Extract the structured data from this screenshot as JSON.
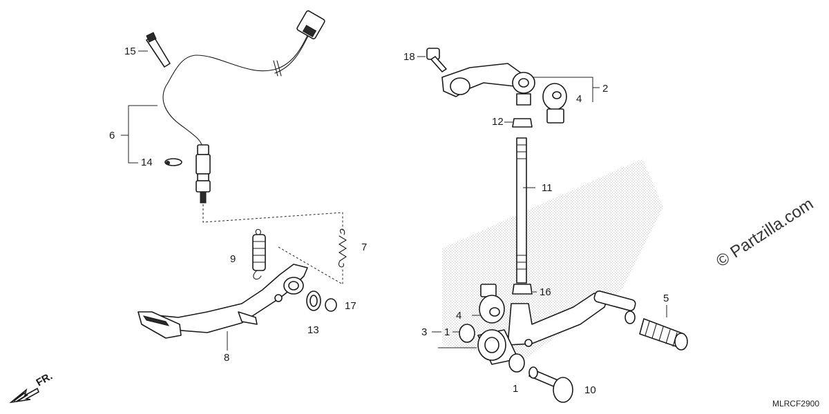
{
  "callouts": [
    {
      "id": "c15",
      "text": "15"
    },
    {
      "id": "c6",
      "text": "6"
    },
    {
      "id": "c14",
      "text": "14"
    },
    {
      "id": "c9",
      "text": "9"
    },
    {
      "id": "c7",
      "text": "7"
    },
    {
      "id": "c17",
      "text": "17"
    },
    {
      "id": "c13",
      "text": "13"
    },
    {
      "id": "c8",
      "text": "8"
    },
    {
      "id": "c18",
      "text": "18"
    },
    {
      "id": "c2",
      "text": "2"
    },
    {
      "id": "c4a",
      "text": "4"
    },
    {
      "id": "c12",
      "text": "12"
    },
    {
      "id": "c11",
      "text": "11"
    },
    {
      "id": "c16",
      "text": "16"
    },
    {
      "id": "c4b",
      "text": "4"
    },
    {
      "id": "c3",
      "text": "3"
    },
    {
      "id": "c1a",
      "text": "1"
    },
    {
      "id": "c5",
      "text": "5"
    },
    {
      "id": "c1b",
      "text": "1"
    },
    {
      "id": "c10",
      "text": "10"
    }
  ],
  "watermark": "© Partzilla.com",
  "drawing_code": "MLRCF2900",
  "front_label": "FR.",
  "colors": {
    "ink": "#1a1a1a",
    "shade": "#cfcfcf"
  }
}
